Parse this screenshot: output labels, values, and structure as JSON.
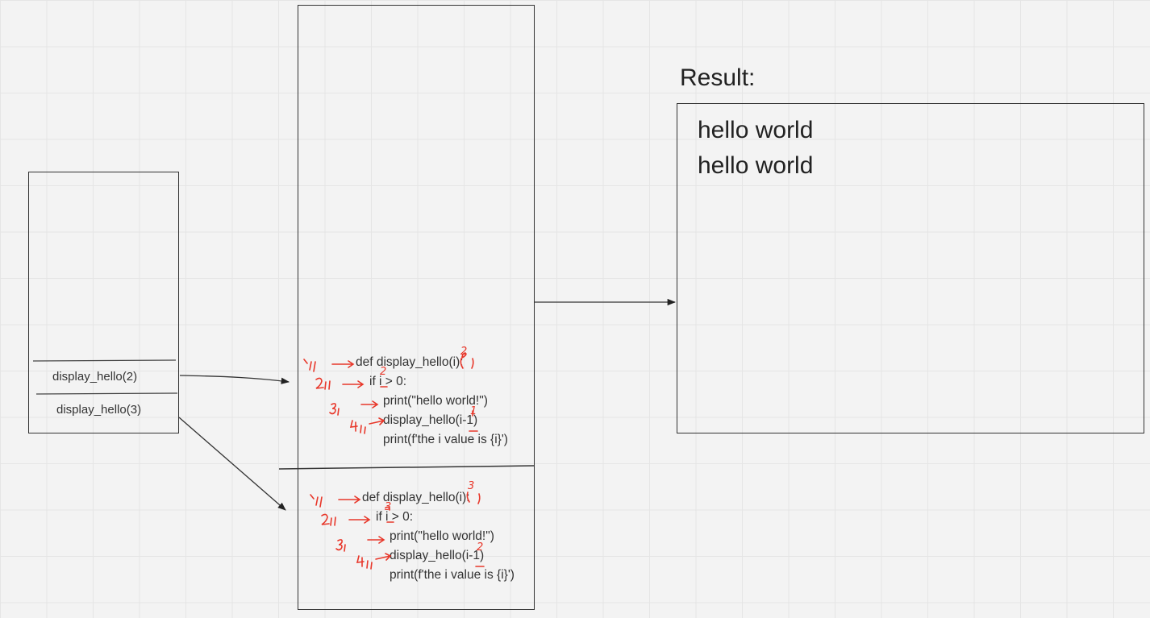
{
  "call_stack": {
    "frames": [
      "display_hello(2)",
      "display_hello(3)"
    ]
  },
  "code_frames": [
    {
      "lines": [
        "def display_hello(i):",
        "if i > 0:",
        "print(\"hello world!\")",
        "display_hello(i-1)",
        "print(f'the i value is {i}')"
      ],
      "param_annotation": "2",
      "if_annotation": "2",
      "call_annotation": "1"
    },
    {
      "lines": [
        "def display_hello(i):",
        "if i > 0:",
        "print(\"hello world!\")",
        "display_hello(i-1)",
        "print(f'the i value is {i}')"
      ],
      "param_annotation": "3",
      "if_annotation": "3",
      "call_annotation": "2"
    }
  ],
  "step_markers": [
    "1)",
    "2)",
    "3)",
    "4)"
  ],
  "result": {
    "title": "Result:",
    "lines": [
      "hello world",
      "hello world"
    ]
  },
  "colors": {
    "annotation": "#e8372a",
    "outline": "#333333",
    "background": "#f3f3f3"
  }
}
